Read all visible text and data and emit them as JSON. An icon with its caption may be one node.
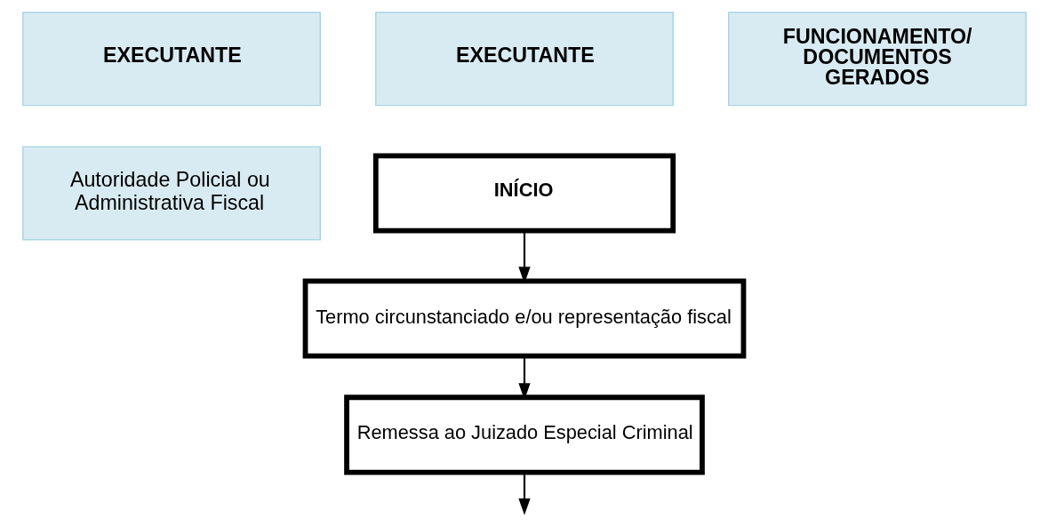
{
  "diagram": {
    "nodes": [
      {
        "text": [
          "INÍCIO"
        ]
      },
      {
        "text": [
          "Termo circunstanciado e/ou representação fiscal"
        ]
      },
      {
        "text": [
          "Remessa ao Juizado Especial Criminal"
        ]
      }
    ],
    "edges": [
      {
        "from": 0,
        "to": 1,
        "arrow": "to"
      },
      {
        "from": 1,
        "to": 2,
        "arrow": "to"
      },
      {
        "from": 2,
        "to": null,
        "arrow": "to"
      }
    ],
    "labels": [
      "EXECUTANTE",
      "EXECUTANTE",
      "FUNCIONAMENTO/ DOCUMENTOS GERADOS",
      "Autoridade Policial ou Administrativa Fiscal"
    ]
  }
}
